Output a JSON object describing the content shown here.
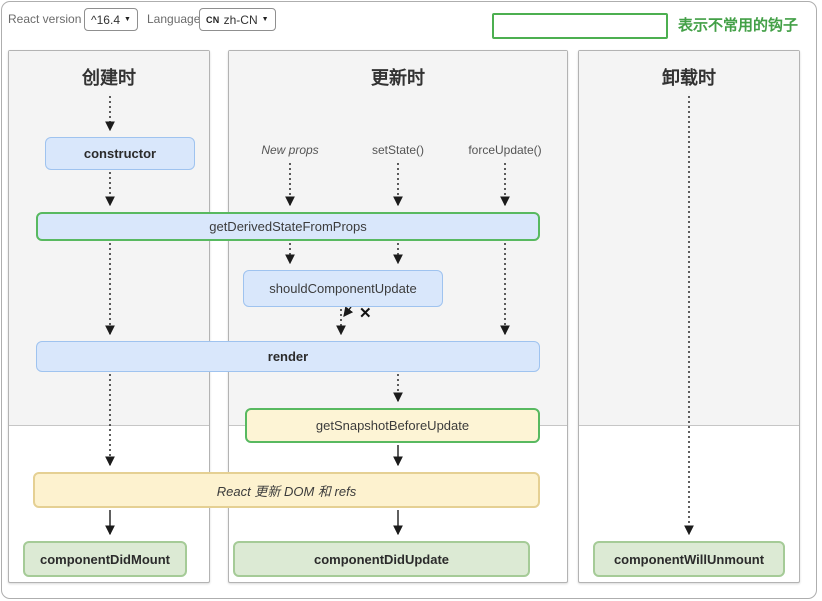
{
  "toolbar": {
    "react_version_label": "React version",
    "react_version_value": "^16.4",
    "language_label": "Language",
    "language_badge": "CN",
    "language_value": "zh-CN",
    "caret": "▼"
  },
  "legend": {
    "label": "表示不常用的钩子",
    "accent_color": "#4caf50"
  },
  "columns": {
    "mounting": {
      "title": "创建时"
    },
    "updating": {
      "title": "更新时"
    },
    "unmounting": {
      "title": "卸载时"
    }
  },
  "triggers": {
    "new_props": "New props",
    "set_state": "setState()",
    "force_update": "forceUpdate()"
  },
  "hooks": {
    "constructor": "constructor",
    "getDerivedStateFromProps": "getDerivedStateFromProps",
    "shouldComponentUpdate": "shouldComponentUpdate",
    "render": "render",
    "getSnapshotBeforeUpdate": "getSnapshotBeforeUpdate",
    "reactUpdatesDom": "React 更新 DOM 和 refs",
    "componentDidMount": "componentDidMount",
    "componentDidUpdate": "componentDidUpdate",
    "componentWillUnmount": "componentWillUnmount"
  },
  "marks": {
    "cancel": "✕"
  },
  "colors": {
    "box_blue_bg": "#d9e7fb",
    "box_blue_border": "#9fc3ef",
    "box_yellow_bg": "#fdf2cf",
    "box_yellow_border": "#e5d093",
    "box_green_bg": "#dcead4",
    "box_green_border": "#a5cb97",
    "uncommon_hook_border": "#58b960",
    "phase_top_bg": "#f4f4f4",
    "arrow": "#1b1b1b"
  }
}
